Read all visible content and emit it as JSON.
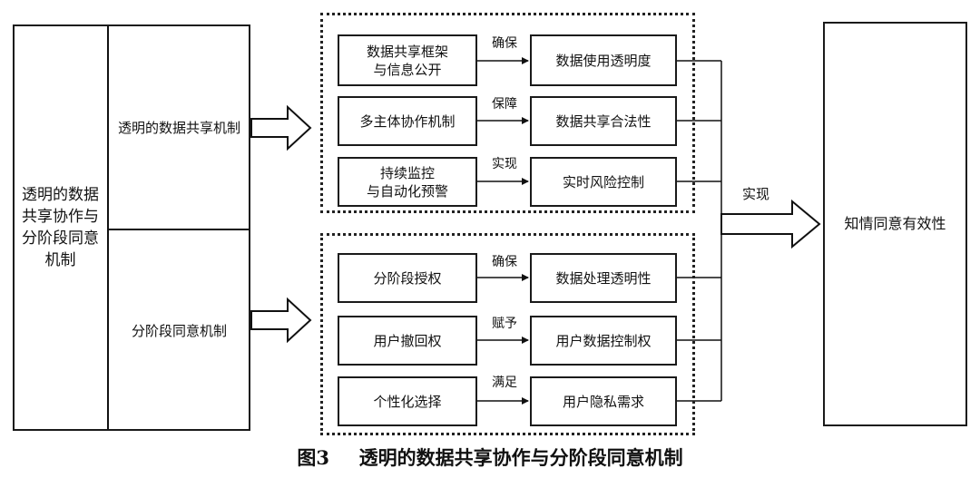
{
  "left_panel": {
    "title": "透明的数据\n共享协作与\n分阶段同意\n机制",
    "mechanisms": [
      "透明的数据共享机制",
      "分阶段同意机制"
    ]
  },
  "groups": [
    {
      "rows": [
        {
          "source": "数据共享框架\n与信息公开",
          "relation": "确保",
          "target": "数据使用透明度"
        },
        {
          "source": "多主体协作机制",
          "relation": "保障",
          "target": "数据共享合法性"
        },
        {
          "source": "持续监控\n与自动化预警",
          "relation": "实现",
          "target": "实时风险控制"
        }
      ]
    },
    {
      "rows": [
        {
          "source": "分阶段授权",
          "relation": "确保",
          "target": "数据处理透明性"
        },
        {
          "source": "用户撤回权",
          "relation": "赋予",
          "target": "用户数据控制权"
        },
        {
          "source": "个性化选择",
          "relation": "满足",
          "target": "用户隐私需求"
        }
      ]
    }
  ],
  "merge_label": "实现",
  "outcome": "知情同意有效性",
  "caption": {
    "figure_no": "图3",
    "title": "透明的数据共享协作与分阶段同意机制"
  }
}
